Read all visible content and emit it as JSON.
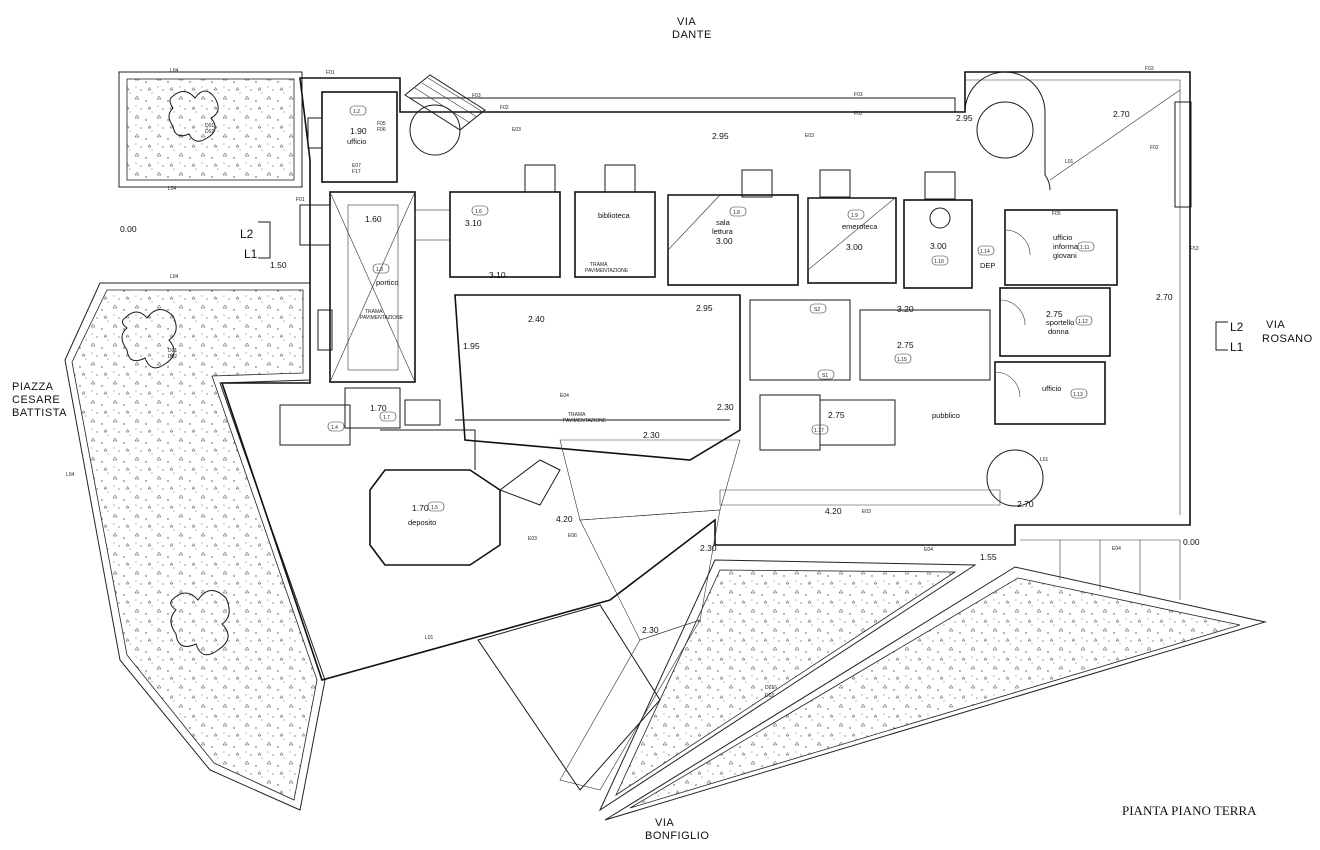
{
  "plan_title": "PIANTA PIANO TERRA",
  "streets": {
    "top_line1": "VIA",
    "top_line2": "DANTE",
    "right_line1": "VIA",
    "right_line2": "ROSANO",
    "left_line1": "PIAZZA",
    "left_line2": "CESARE",
    "left_line3": "BATTISTA",
    "bottom_line1": "VIA",
    "bottom_line2": "BONFIGLIO"
  },
  "sections": {
    "left_l2": "L2",
    "left_l1": "L1",
    "right_l2": "L2",
    "right_l1": "L1"
  },
  "rooms": {
    "ufficio_top": "ufficio",
    "portico": "portico",
    "biblioteca": "biblioteca",
    "sala_lettura_1": "sala",
    "sala_lettura_2": "lettura",
    "emeroteca": "emeroteca",
    "ufficio_informa_1": "ufficio",
    "ufficio_informa_2": "informa",
    "ufficio_informa_3": "giovani",
    "sportello_1": "sportello",
    "sportello_2": "donna",
    "ufficio_right": "ufficio",
    "deposito": "deposito",
    "pubblico": "pubblico",
    "dep": "DEP",
    "trama_1": "TRAMA",
    "trama_2": "PAVIMENTAZIONE"
  },
  "room_numbers": {
    "r12": "1.2",
    "r13": "1.3",
    "r14": "1.4",
    "r15": "1.5",
    "r16": "1.6",
    "r17": "1.7",
    "r18": "1.8",
    "r19": "1.9",
    "r110": "1.10",
    "r111": "1.11",
    "r112": "1.12",
    "r113": "1.13",
    "r114": "1.14",
    "r115": "1.15",
    "r117": "1.17",
    "rs1": "S1",
    "rs2": "S2"
  },
  "elevations": {
    "e000_left": "0.00",
    "e150": "1.50",
    "e190": "1.90",
    "e160": "1.60",
    "e295_top": "2.95",
    "e295_right": "2.95",
    "e270_top": "2.70",
    "e270_right": "2.70",
    "e270_bottom": "2.70",
    "e310_a": "3.10",
    "e310_b": "3.10",
    "e300_sala": "3.00",
    "e300_emer": "3.00",
    "e300_a": "3.00",
    "e320": "3.20",
    "e275_a": "2.75",
    "e275_b": "2.75",
    "e275_c": "2.75",
    "e240": "2.40",
    "e295_mid": "2.95",
    "e195": "1.95",
    "e170_a": "1.70",
    "e170_b": "1.70",
    "e230_a": "2.30",
    "e230_b": "2.30",
    "e230_c": "2.30",
    "e230_d": "2.30",
    "e420_a": "4.20",
    "e420_b": "4.20",
    "e155": "1.55",
    "e000_right": "0.00"
  },
  "codes": {
    "f01": "F01",
    "f02": "F02",
    "f03": "F03",
    "f05": "F05",
    "f06": "F06",
    "f07": "E07",
    "f17": "F17",
    "e03": "E03",
    "e04": "E04",
    "e06": "E06",
    "l01": "L01",
    "l04": "L04",
    "d01": "D01",
    "d02": "D02",
    "f53": "F53"
  }
}
